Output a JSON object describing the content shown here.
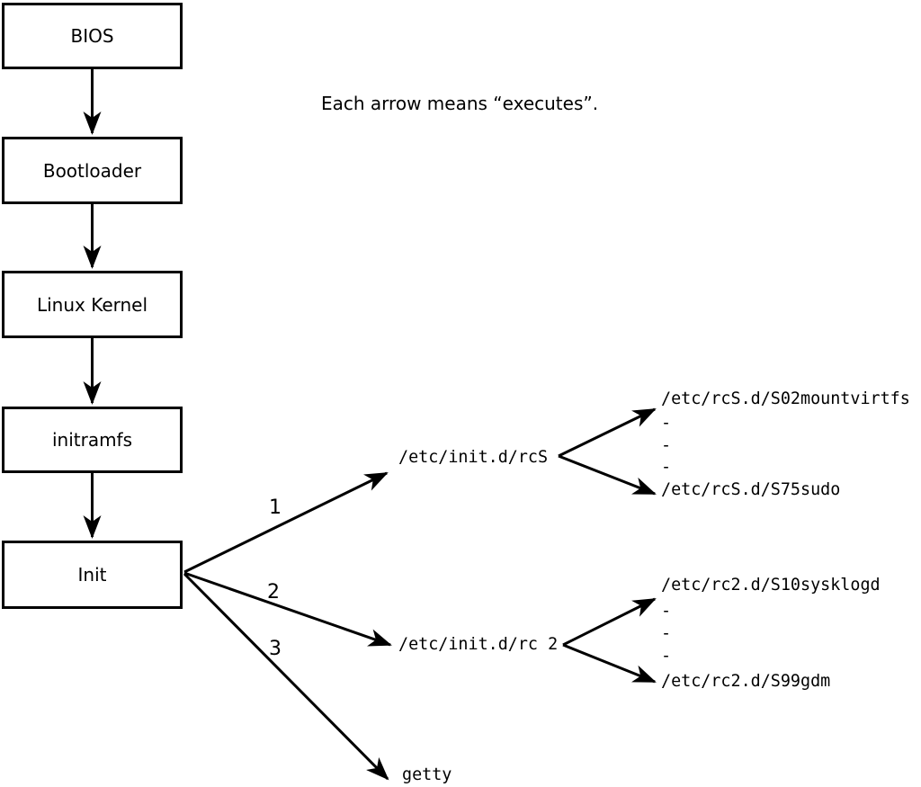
{
  "note": "Each arrow means “executes”.",
  "chain": [
    {
      "label": "BIOS"
    },
    {
      "label": "Bootloader"
    },
    {
      "label": "Linux Kernel"
    },
    {
      "label": "initramfs"
    },
    {
      "label": "Init"
    }
  ],
  "branches": [
    {
      "number": "1",
      "target": "/etc/init.d/rcS",
      "children": [
        "/etc/rcS.d/S02mountvirtfs",
        "-",
        "-",
        "-",
        "/etc/rcS.d/S75sudo"
      ]
    },
    {
      "number": "2",
      "target": "/etc/init.d/rc 2",
      "children": [
        "/etc/rc2.d/S10sysklogd",
        "-",
        "-",
        "-",
        "/etc/rc2.d/S99gdm"
      ]
    },
    {
      "number": "3",
      "target": "getty",
      "children": []
    }
  ],
  "colors": {
    "background": "#ffffff",
    "line": "#000000",
    "box_fill": "#ffffff",
    "box_border": "#000000",
    "text": "#000000"
  }
}
